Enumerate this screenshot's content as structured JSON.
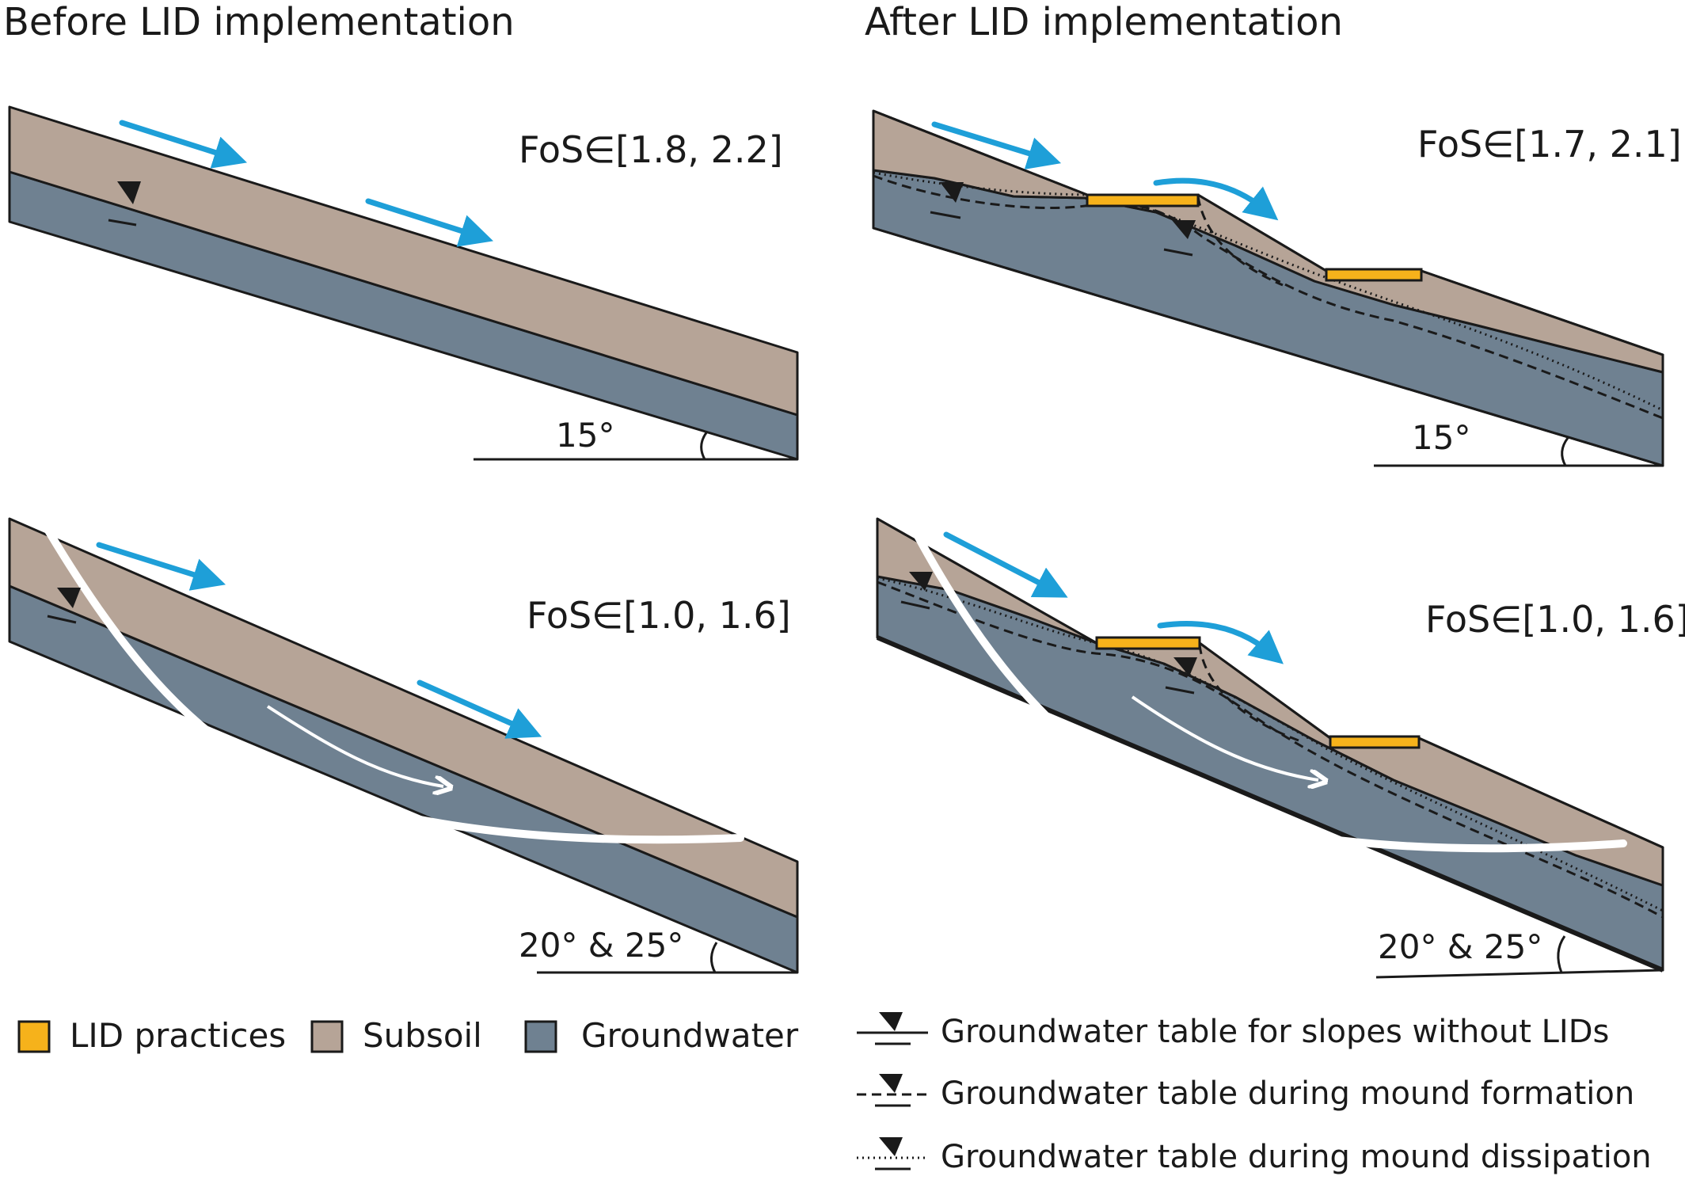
{
  "headings": {
    "before": "Before LID implementation",
    "after": "After LID implementation"
  },
  "panels": {
    "top_left": {
      "fos": "FoS∈[1.8, 2.2]",
      "angle": "15°"
    },
    "top_right": {
      "fos": "FoS∈[1.7, 2.1]",
      "angle": "15°"
    },
    "bottom_left": {
      "fos": "FoS∈[1.0, 1.6]",
      "angle": "20° & 25°"
    },
    "bottom_right": {
      "fos": "FoS∈[1.0, 1.6]",
      "angle": "20° & 25°"
    }
  },
  "legend": {
    "lid": "LID practices",
    "subsoil": "Subsoil",
    "groundwater": "Groundwater",
    "gw_without_lid": "Groundwater table for slopes without LIDs",
    "gw_mound_formation": "Groundwater table during mound formation",
    "gw_mound_dissipation": "Groundwater table during mound dissipation"
  },
  "colors": {
    "subsoil": "#b6a497",
    "groundwater": "#6f8191",
    "lid": "#f6b21b",
    "flow_arrow": "#1e9fd8",
    "slip_surface": "#ffffff",
    "outline": "#1a1a1a"
  }
}
